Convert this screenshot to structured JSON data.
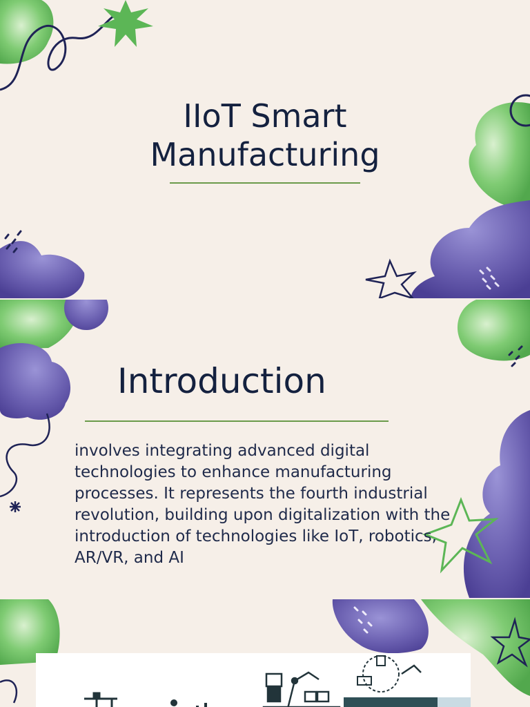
{
  "slides": [
    {
      "title_line1": "IIoT Smart",
      "title_line2": "Manufacturing"
    },
    {
      "title": "Introduction",
      "body": "involves integrating advanced digital technologies to enhance manufacturing processes. It represents the fourth industrial revolution, building upon digitalization with the introduction of technologies like IoT, robotics, AR/VR, and AI"
    },
    {
      "image_icons": [
        "crane-icon",
        "factory-workers-icon",
        "robot-arm-assembly-icon",
        "connected-factory-icon"
      ]
    }
  ],
  "colors": {
    "background": "#f6efe8",
    "text": "#14213f",
    "accent_green": "#6a9a4a",
    "blob_green": "#6fc26a",
    "blob_purple": "#6a5fb0"
  }
}
